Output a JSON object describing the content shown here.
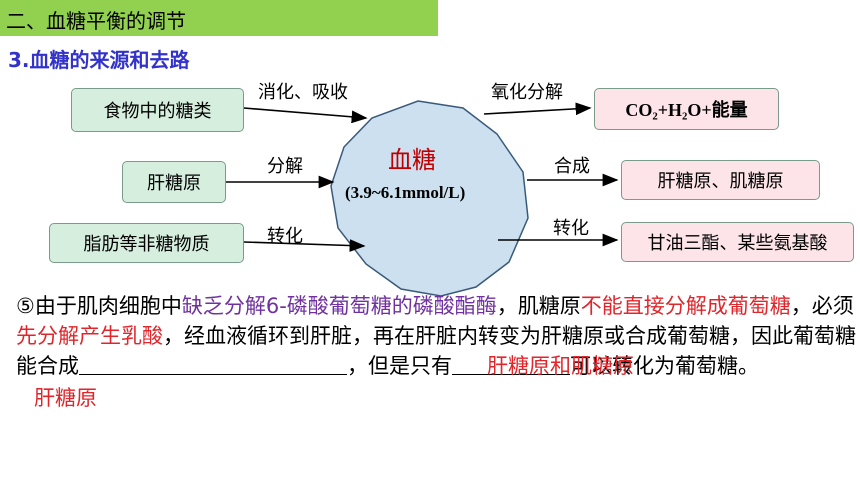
{
  "header": {
    "title": "二、血糖平衡的调节"
  },
  "subtitle": "3.血糖的来源和去路",
  "center": {
    "title": "血糖",
    "value": "(3.9~6.1mmol/L)"
  },
  "sources": [
    {
      "label": "食物中的糖类",
      "arrow_label": "消化、吸收"
    },
    {
      "label": "肝糖原",
      "arrow_label": "分解"
    },
    {
      "label": "脂肪等非糖物质",
      "arrow_label": "转化"
    }
  ],
  "sinks": [
    {
      "label": "CO₂+H₂O+能量",
      "arrow_label": "氧化分解"
    },
    {
      "label": "肝糖原、肌糖原",
      "arrow_label": "合成"
    },
    {
      "label": "甘油三酯、某些氨基酸",
      "arrow_label": "转化"
    }
  ],
  "paragraph": {
    "p1": "⑤由于肌肉细胞中",
    "p2": "缺乏分解6-磷酸葡萄糖的磷酸酯酶",
    "p3": "，肌糖原",
    "p4": "不能直接分解成葡萄糖",
    "p5": "，必须",
    "p6": "先分解产生乳酸",
    "p7": "，经血液循环到肝脏，再在肝脏内转变为肝糖原或合成葡萄糖，因此葡萄糖能合成",
    "p8": "，但是只有",
    "p9": "可以转化为葡萄糖。"
  },
  "answers": {
    "a1": "肝糖原和肌糖原",
    "a2": "肝糖原"
  },
  "colors": {
    "header_bg": "#92d050",
    "subtitle": "#3333cc",
    "highlight_red": "#e0262b",
    "highlight_purple": "#7030a0",
    "center_fill": "#cce0f0"
  }
}
